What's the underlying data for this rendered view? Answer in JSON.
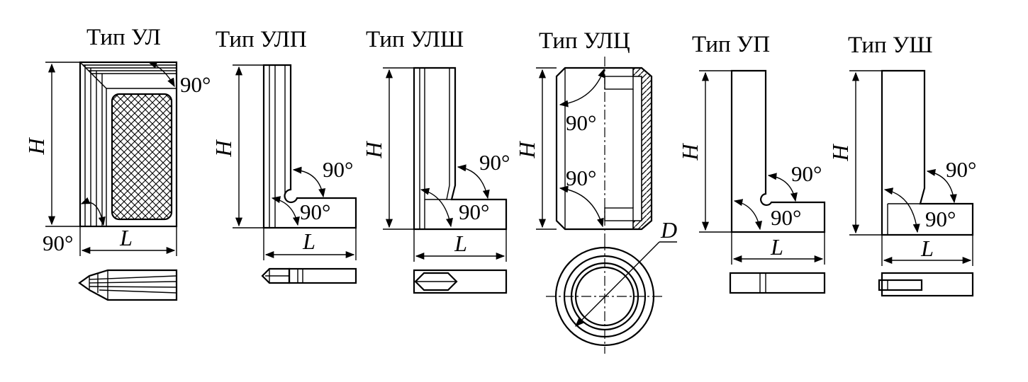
{
  "figure": {
    "types": [
      {
        "id": "ul",
        "title": "Тип УЛ",
        "angle_top": "90°",
        "angle_bottom": "90°",
        "dim_h": "H",
        "dim_l": "L"
      },
      {
        "id": "ulp",
        "title": "Тип УЛП",
        "angle_upper": "90°",
        "angle_lower": "90°",
        "dim_h": "H",
        "dim_l": "L"
      },
      {
        "id": "ulsh",
        "title": "Тип УЛШ",
        "angle_upper": "90°",
        "angle_lower": "90°",
        "dim_h": "H",
        "dim_l": "L"
      },
      {
        "id": "ulc",
        "title": "Тип УЛЦ",
        "angle_upper": "90°",
        "angle_lower": "90°",
        "dim_h": "H",
        "dim_d": "D"
      },
      {
        "id": "up",
        "title": "Тип УП",
        "angle_upper": "90°",
        "angle_lower": "90°",
        "dim_h": "H",
        "dim_l": "L"
      },
      {
        "id": "ush",
        "title": "Тип УШ",
        "angle_upper": "90°",
        "angle_lower": "90°",
        "dim_h": "H",
        "dim_l": "L"
      }
    ]
  }
}
